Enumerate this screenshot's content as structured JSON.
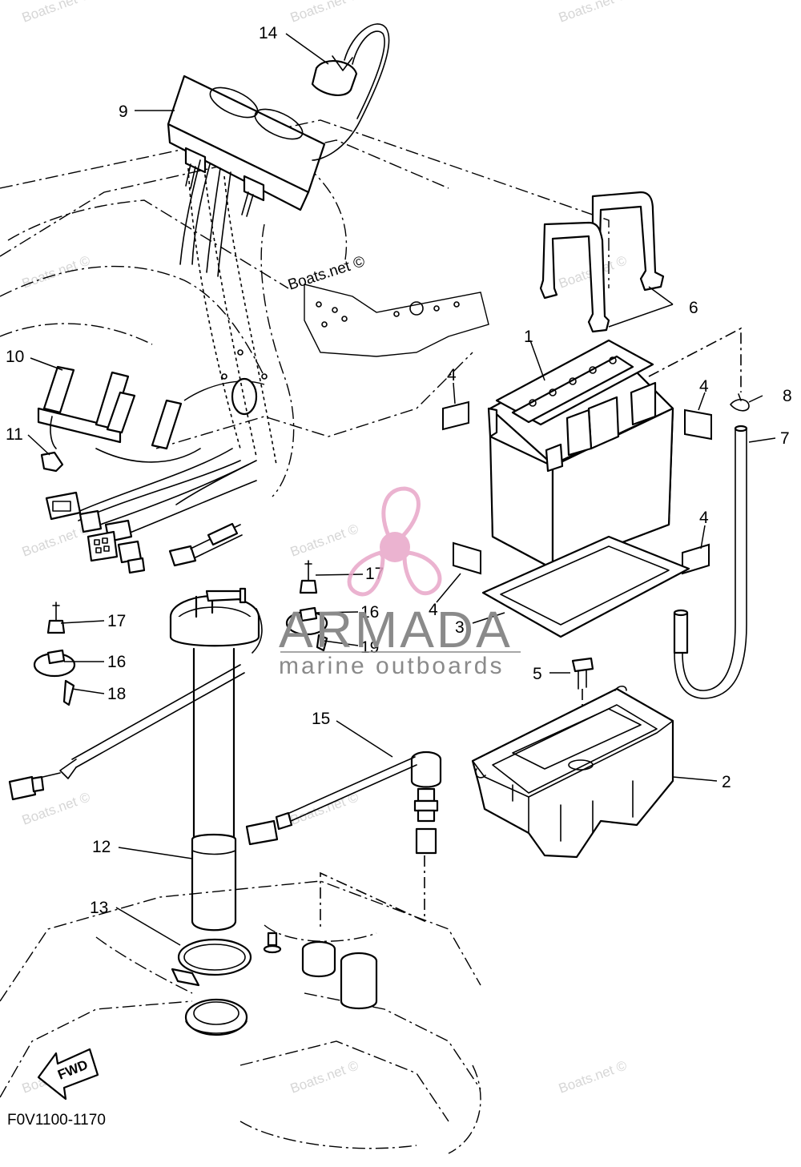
{
  "diagram": {
    "code": "F0V1100-1170",
    "fwd_label": "FWD",
    "watermark": "Boats.net ©",
    "logo": {
      "name": "ARMADA",
      "tagline": "marine outboards",
      "accent": "#e8a6c8",
      "text_color": "#8a8a8a"
    },
    "callouts": [
      {
        "id": "c1",
        "label": "1"
      },
      {
        "id": "c2",
        "label": "2"
      },
      {
        "id": "c3",
        "label": "3"
      },
      {
        "id": "c4a",
        "label": "4"
      },
      {
        "id": "c4b",
        "label": "4"
      },
      {
        "id": "c4c",
        "label": "4"
      },
      {
        "id": "c4d",
        "label": "4"
      },
      {
        "id": "c5",
        "label": "5"
      },
      {
        "id": "c6",
        "label": "6"
      },
      {
        "id": "c7",
        "label": "7"
      },
      {
        "id": "c8",
        "label": "8"
      },
      {
        "id": "c9",
        "label": "9"
      },
      {
        "id": "c10",
        "label": "10"
      },
      {
        "id": "c11",
        "label": "11"
      },
      {
        "id": "c12",
        "label": "12"
      },
      {
        "id": "c13",
        "label": "13"
      },
      {
        "id": "c14",
        "label": "14"
      },
      {
        "id": "c15",
        "label": "15"
      },
      {
        "id": "c16a",
        "label": "16"
      },
      {
        "id": "c16b",
        "label": "16"
      },
      {
        "id": "c17a",
        "label": "17"
      },
      {
        "id": "c17b",
        "label": "17"
      },
      {
        "id": "c18",
        "label": "18"
      },
      {
        "id": "c19",
        "label": "19"
      }
    ]
  }
}
